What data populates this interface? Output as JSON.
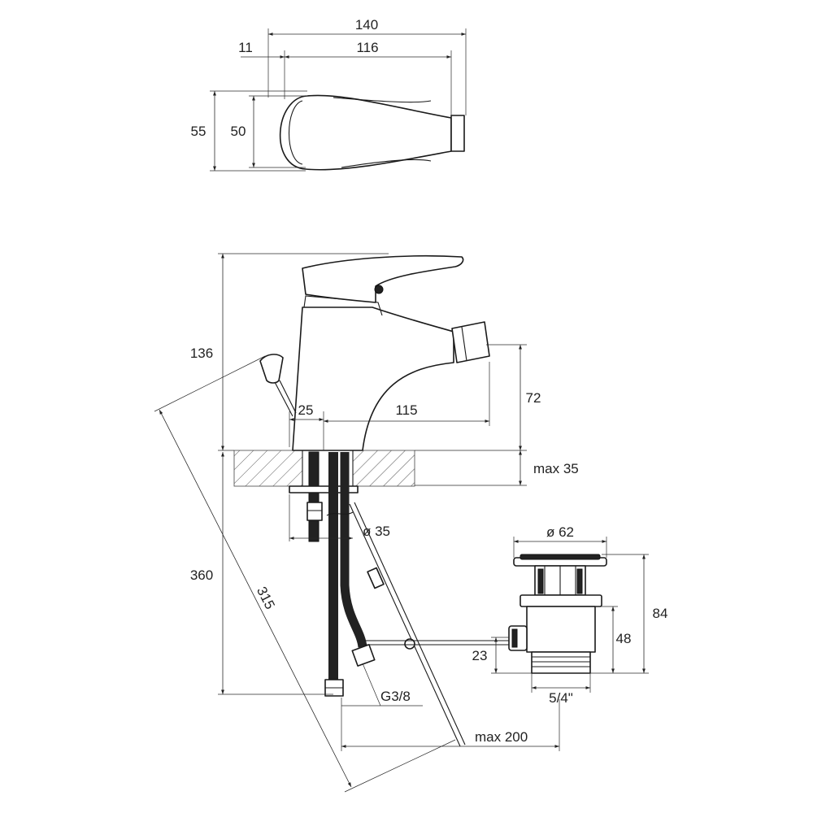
{
  "top_view": {
    "width_overall": "140",
    "width_body": "116",
    "offset": "11",
    "depth_overall": "55",
    "depth_body": "50"
  },
  "side_view": {
    "height_total": "136",
    "spout_height": "72",
    "spout_reach": "115",
    "pop_up_offset": "25",
    "counter_thickness": "max 35",
    "hole_diameter": "ø 35",
    "hose_length": "360",
    "rod_length": "315",
    "hose_thread": "G3/8",
    "rod_reach": "max 200"
  },
  "waste": {
    "diameter": "ø 62",
    "height_total": "84",
    "height_body": "48",
    "outlet_height": "23",
    "thread": "5/4\""
  },
  "colors": {
    "line": "#1a1a1a",
    "hatch": "#555555",
    "hose": "#222222"
  }
}
